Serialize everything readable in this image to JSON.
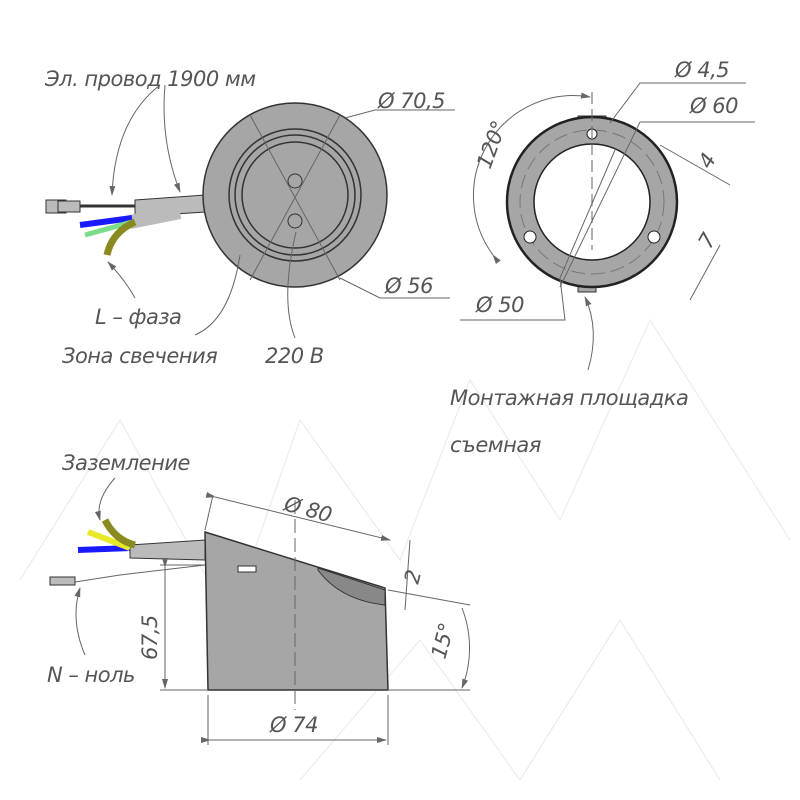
{
  "top_view": {
    "cable_label": "Эл. провод 1900 мм",
    "dia_outer": "Ø 70,5",
    "dia_inner": "Ø 56",
    "phase_label": "L – фаза",
    "glow_zone_label": "Зона свечения",
    "voltage_label": "220 В"
  },
  "mount_view": {
    "hole_dia": "Ø 4,5",
    "dia_60": "Ø 60",
    "angle": "120°",
    "dim_4": "4",
    "dim_7": "7",
    "dia_50": "Ø 50",
    "mount_label_line1": "Монтажная площадка",
    "mount_label_line2": "съемная"
  },
  "side_view": {
    "ground_label": "Заземление",
    "dia_80": "Ø 80",
    "dim_2": "2",
    "height": "67,5",
    "tilt_angle": "15°",
    "neutral_label": "N – ноль",
    "dia_74": "Ø 74"
  },
  "colors": {
    "body": "#a6a6a6",
    "wire_blue": "#1a1aff",
    "wire_green": "#7ddc8a",
    "wire_yellow": "#e8e82a",
    "wire_olive": "#8a8a20"
  }
}
